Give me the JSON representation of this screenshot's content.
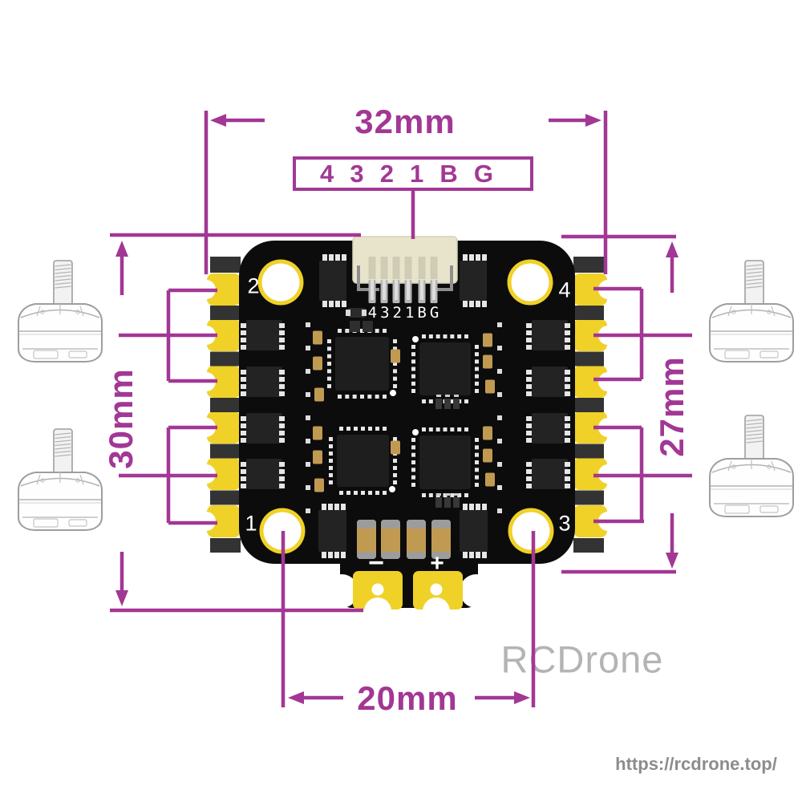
{
  "title": "ESC board dimension diagram",
  "dimensions": {
    "width_top": "32mm",
    "height_left": "30mm",
    "height_right": "27mm",
    "width_bottom": "20mm"
  },
  "pin_box": {
    "labels": [
      "4",
      "3",
      "2",
      "1",
      "B",
      "G"
    ]
  },
  "board": {
    "silkscreen_pin_label": "4321BG",
    "corner_labels": {
      "top_left": "2",
      "top_right": "4",
      "bottom_left": "1",
      "bottom_right": "3"
    },
    "battery_polarity": {
      "negative": "−",
      "positive": "+"
    }
  },
  "watermark": "RCDrone",
  "url": "https://rcdrone.top/",
  "colors": {
    "dimension_magenta": "#a23795",
    "pad_yellow": "#f0d128",
    "board_black": "#0c0c0c",
    "chip_dark": "#232323",
    "qfn_dark": "#1e1e1e",
    "edge_gray": "#333333",
    "connector_beige": "#e8e4cc",
    "gold": "#c19a52",
    "pad_white": "#e6e6e6",
    "watermark_gray": "#b4b4b4",
    "url_gray": "#8c8c8c",
    "motor_line": "#9e9e9e"
  }
}
